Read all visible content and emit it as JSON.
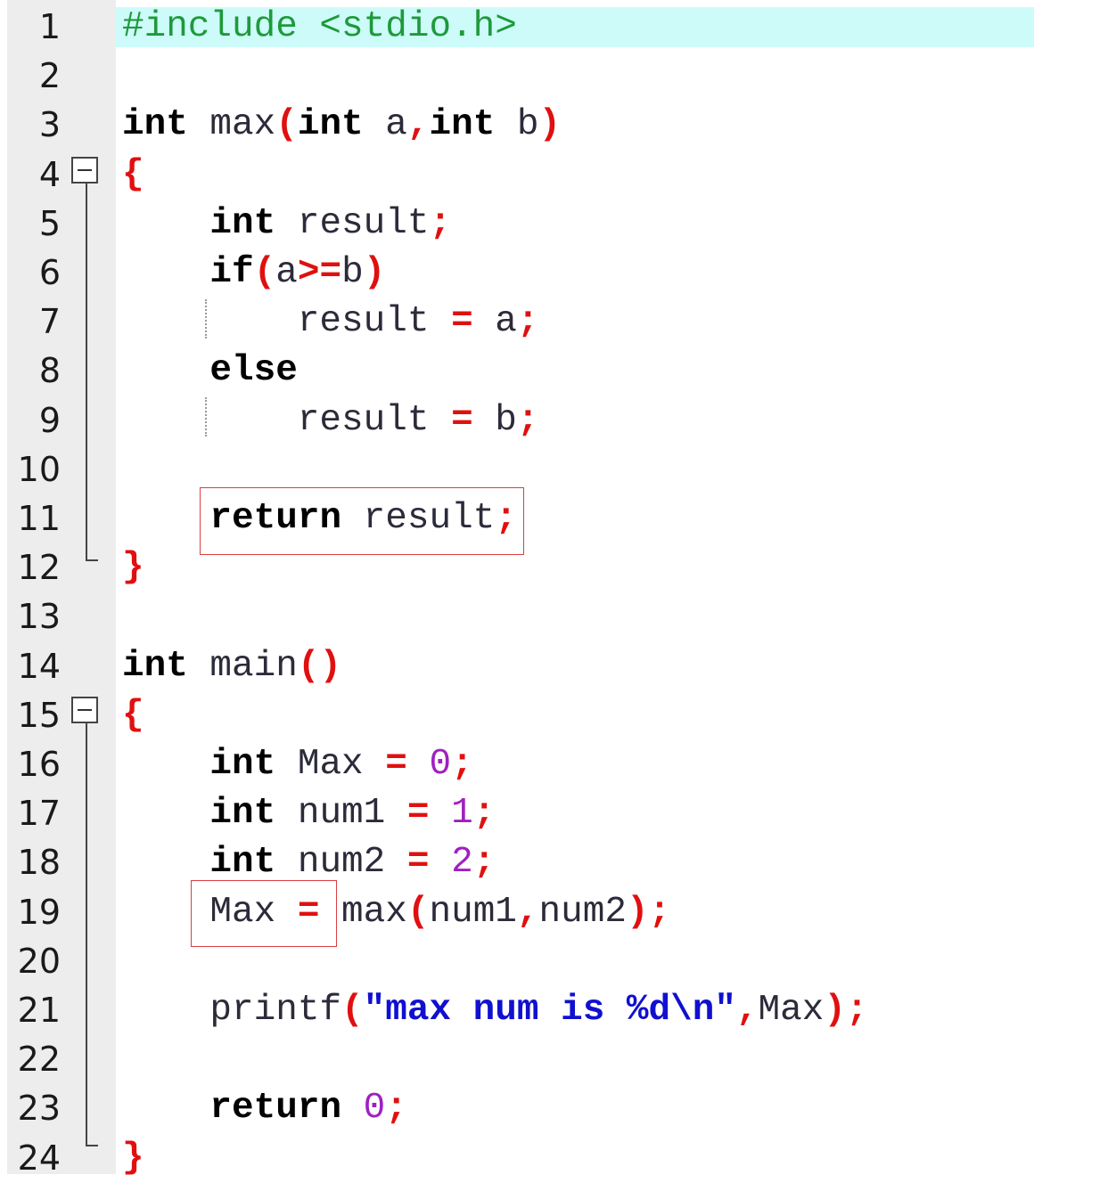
{
  "editor": {
    "lines": [
      {
        "n": "1",
        "tokens": [
          [
            "#include <stdio.h>",
            "pp"
          ]
        ]
      },
      {
        "n": "2",
        "tokens": []
      },
      {
        "n": "3",
        "tokens": [
          [
            "int",
            "kw"
          ],
          [
            " max",
            "id"
          ],
          [
            "(",
            "p"
          ],
          [
            "int",
            "kw"
          ],
          [
            " a",
            "id"
          ],
          [
            ",",
            "p"
          ],
          [
            "int",
            "kw"
          ],
          [
            " b",
            "id"
          ],
          [
            ")",
            "p"
          ]
        ]
      },
      {
        "n": "4",
        "tokens": [
          [
            "{",
            "p"
          ]
        ]
      },
      {
        "n": "5",
        "tokens": [
          [
            "    ",
            "id"
          ],
          [
            "int",
            "kw"
          ],
          [
            " result",
            "id"
          ],
          [
            ";",
            "p"
          ]
        ]
      },
      {
        "n": "6",
        "tokens": [
          [
            "    ",
            "id"
          ],
          [
            "if",
            "kw"
          ],
          [
            "(",
            "p"
          ],
          [
            "a",
            "id"
          ],
          [
            ">=",
            "p"
          ],
          [
            "b",
            "id"
          ],
          [
            ")",
            "p"
          ]
        ]
      },
      {
        "n": "7",
        "tokens": [
          [
            "        result ",
            "id"
          ],
          [
            "=",
            "p"
          ],
          [
            " a",
            "id"
          ],
          [
            ";",
            "p"
          ]
        ]
      },
      {
        "n": "8",
        "tokens": [
          [
            "    ",
            "id"
          ],
          [
            "else",
            "kw"
          ]
        ]
      },
      {
        "n": "9",
        "tokens": [
          [
            "        result ",
            "id"
          ],
          [
            "=",
            "p"
          ],
          [
            " b",
            "id"
          ],
          [
            ";",
            "p"
          ]
        ]
      },
      {
        "n": "10",
        "tokens": []
      },
      {
        "n": "11",
        "tokens": [
          [
            "    ",
            "id"
          ],
          [
            "return",
            "kw"
          ],
          [
            " result",
            "id"
          ],
          [
            ";",
            "p"
          ]
        ]
      },
      {
        "n": "12",
        "tokens": [
          [
            "}",
            "p"
          ]
        ]
      },
      {
        "n": "13",
        "tokens": []
      },
      {
        "n": "14",
        "tokens": [
          [
            "int",
            "kw"
          ],
          [
            " main",
            "id"
          ],
          [
            "()",
            "p"
          ]
        ]
      },
      {
        "n": "15",
        "tokens": [
          [
            "{",
            "p"
          ]
        ]
      },
      {
        "n": "16",
        "tokens": [
          [
            "    ",
            "id"
          ],
          [
            "int",
            "kw"
          ],
          [
            " Max ",
            "id"
          ],
          [
            "=",
            "p"
          ],
          [
            " ",
            "id"
          ],
          [
            "0",
            "num"
          ],
          [
            ";",
            "p"
          ]
        ]
      },
      {
        "n": "17",
        "tokens": [
          [
            "    ",
            "id"
          ],
          [
            "int",
            "kw"
          ],
          [
            " num1 ",
            "id"
          ],
          [
            "=",
            "p"
          ],
          [
            " ",
            "id"
          ],
          [
            "1",
            "num"
          ],
          [
            ";",
            "p"
          ]
        ]
      },
      {
        "n": "18",
        "tokens": [
          [
            "    ",
            "id"
          ],
          [
            "int",
            "kw"
          ],
          [
            " num2 ",
            "id"
          ],
          [
            "=",
            "p"
          ],
          [
            " ",
            "id"
          ],
          [
            "2",
            "num"
          ],
          [
            ";",
            "p"
          ]
        ]
      },
      {
        "n": "19",
        "tokens": [
          [
            "    Max ",
            "id"
          ],
          [
            "=",
            "p"
          ],
          [
            " max",
            "id"
          ],
          [
            "(",
            "p"
          ],
          [
            "num1",
            "id"
          ],
          [
            ",",
            "p"
          ],
          [
            "num2",
            "id"
          ],
          [
            ");",
            "p"
          ]
        ]
      },
      {
        "n": "20",
        "tokens": []
      },
      {
        "n": "21",
        "tokens": [
          [
            "    printf",
            "id"
          ],
          [
            "(",
            "p"
          ],
          [
            "\"max num is %d\\n\"",
            "str"
          ],
          [
            ",",
            "p"
          ],
          [
            "Max",
            "id"
          ],
          [
            ");",
            "p"
          ]
        ]
      },
      {
        "n": "22",
        "tokens": []
      },
      {
        "n": "23",
        "tokens": [
          [
            "    ",
            "id"
          ],
          [
            "return",
            "kw"
          ],
          [
            " ",
            "id"
          ],
          [
            "0",
            "num"
          ],
          [
            ";",
            "p"
          ]
        ]
      },
      {
        "n": "24",
        "tokens": [
          [
            "}",
            "p"
          ]
        ]
      }
    ]
  }
}
